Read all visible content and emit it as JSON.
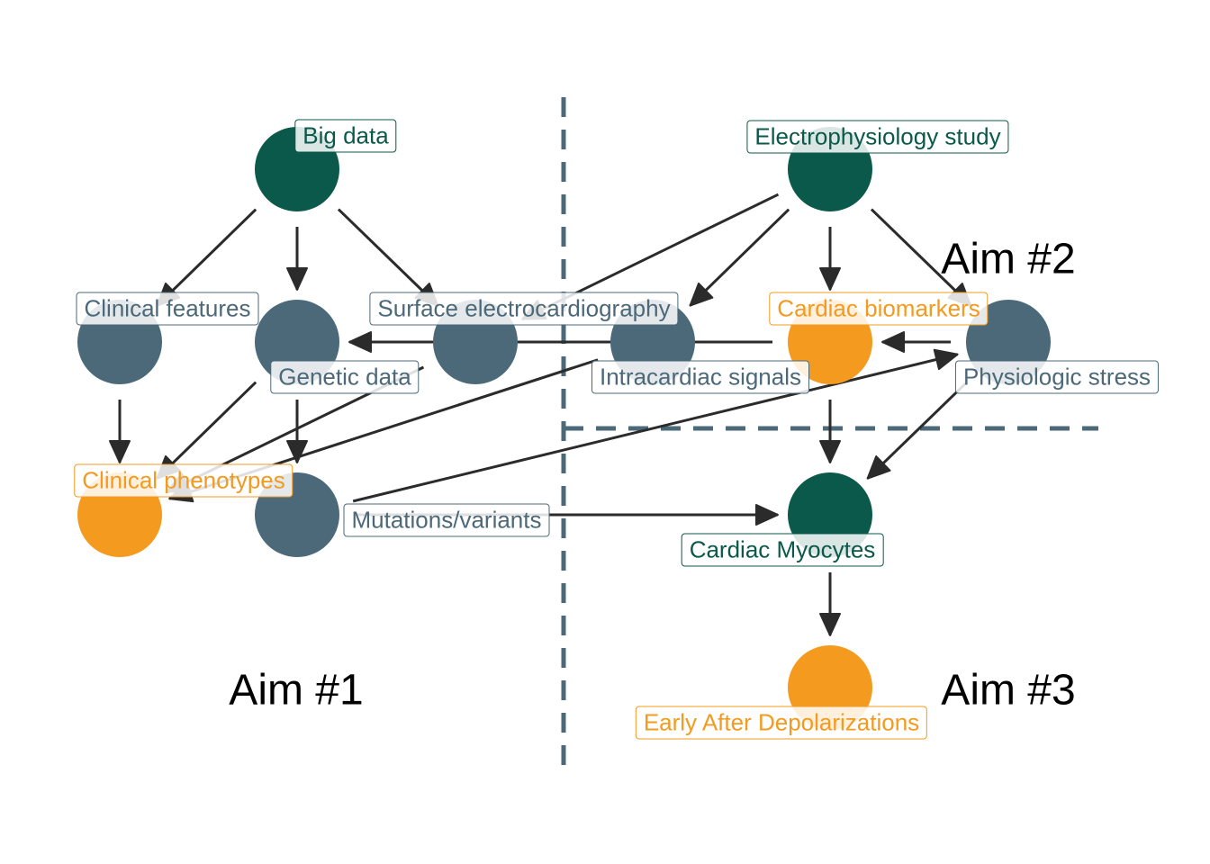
{
  "colors": {
    "green": "#0b594a",
    "slate": "#4c6979",
    "orange": "#f39a1f",
    "edge": "#2b2b2b",
    "divider": "#4c6979"
  },
  "nodes": [
    {
      "id": "big_data",
      "label": "Big data",
      "color": "green"
    },
    {
      "id": "clinical_features",
      "label": "Clinical features",
      "color": "slate"
    },
    {
      "id": "genetic_data",
      "label": "Genetic data",
      "color": "slate"
    },
    {
      "id": "surface_ecg",
      "label": "Surface electrocardiography",
      "color": "slate"
    },
    {
      "id": "clinical_phenotypes",
      "label": "Clinical phenotypes",
      "color": "orange"
    },
    {
      "id": "mutations",
      "label": "Mutations/variants",
      "color": "slate"
    },
    {
      "id": "ep_study",
      "label": "Electrophysiology study",
      "color": "green"
    },
    {
      "id": "intracardiac",
      "label": "Intracardiac signals",
      "color": "slate"
    },
    {
      "id": "biomarkers",
      "label": "Cardiac biomarkers",
      "color": "orange"
    },
    {
      "id": "physio_stress",
      "label": "Physiologic stress",
      "color": "slate"
    },
    {
      "id": "myocytes",
      "label": "Cardiac Myocytes",
      "color": "green"
    },
    {
      "id": "ead",
      "label": "Early After Depolarizations",
      "color": "orange"
    }
  ],
  "edges": [
    {
      "from": "big_data",
      "to": "clinical_features"
    },
    {
      "from": "big_data",
      "to": "genetic_data"
    },
    {
      "from": "big_data",
      "to": "surface_ecg"
    },
    {
      "from": "clinical_features",
      "to": "clinical_phenotypes"
    },
    {
      "from": "genetic_data",
      "to": "clinical_phenotypes"
    },
    {
      "from": "genetic_data",
      "to": "mutations"
    },
    {
      "from": "surface_ecg",
      "to": "clinical_phenotypes"
    },
    {
      "from": "mutations",
      "to": "myocytes"
    },
    {
      "from": "mutations",
      "to": "physio_stress"
    },
    {
      "from": "intracardiac",
      "to": "clinical_phenotypes"
    },
    {
      "from": "ep_study",
      "to": "surface_ecg"
    },
    {
      "from": "ep_study",
      "to": "intracardiac"
    },
    {
      "from": "ep_study",
      "to": "biomarkers"
    },
    {
      "from": "ep_study",
      "to": "physio_stress"
    },
    {
      "from": "biomarkers",
      "to": "genetic_data"
    },
    {
      "from": "physio_stress",
      "to": "biomarkers"
    },
    {
      "from": "biomarkers",
      "to": "myocytes"
    },
    {
      "from": "physio_stress",
      "to": "myocytes"
    },
    {
      "from": "myocytes",
      "to": "ead"
    }
  ],
  "aims": [
    {
      "id": "aim1",
      "label": "Aim #1"
    },
    {
      "id": "aim2",
      "label": "Aim #2"
    },
    {
      "id": "aim3",
      "label": "Aim #3"
    }
  ]
}
